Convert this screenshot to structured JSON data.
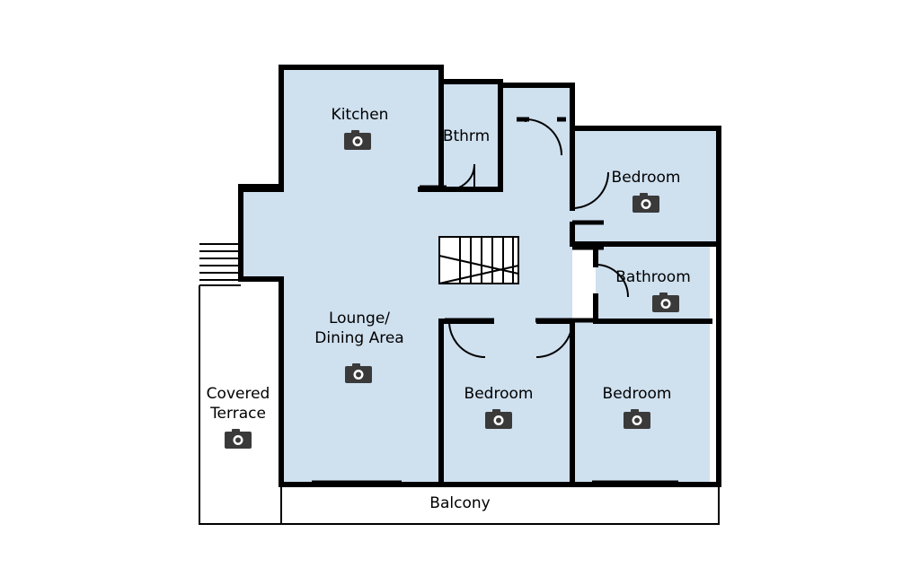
{
  "diagram": {
    "type": "floorplan",
    "title": "Apartment floor plan",
    "fill_color": "#cfe0ef",
    "wall_color": "#000000",
    "background": "#ffffff",
    "camera_icon_color": "#3a3a3a",
    "rooms": [
      {
        "id": "kitchen",
        "label": "Kitchen",
        "has_camera": true
      },
      {
        "id": "bathroom-small",
        "label": "Bthrm",
        "has_camera": false
      },
      {
        "id": "bedroom-top",
        "label": "Bedroom",
        "has_camera": true
      },
      {
        "id": "bathroom",
        "label": "Bathroom",
        "has_camera": true
      },
      {
        "id": "lounge-dining",
        "label": "Lounge/\nDining Area",
        "has_camera": true
      },
      {
        "id": "bedroom-mid",
        "label": "Bedroom",
        "has_camera": true
      },
      {
        "id": "bedroom-right",
        "label": "Bedroom",
        "has_camera": true
      },
      {
        "id": "covered-terrace",
        "label": "Covered\nTerrace",
        "has_camera": true
      },
      {
        "id": "balcony",
        "label": "Balcony",
        "has_camera": false
      }
    ],
    "icons": {
      "camera": "camera-icon",
      "stairs": "stairs-icon"
    }
  }
}
